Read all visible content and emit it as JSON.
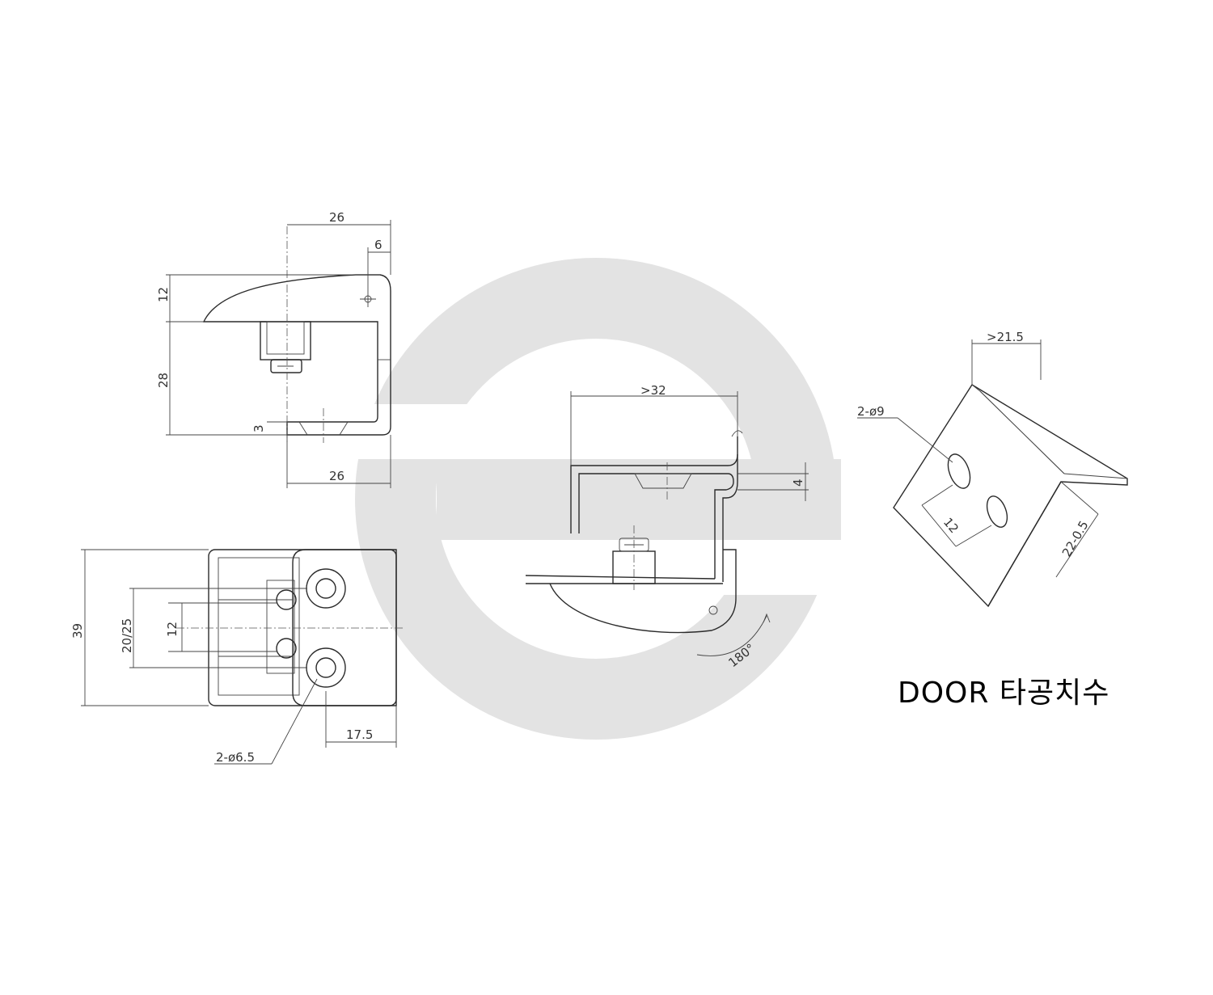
{
  "dimensions": {
    "top_view": {
      "width_top": "26",
      "offset": "6",
      "height_upper": "12",
      "height_lower": "28",
      "thickness": "3",
      "width_bottom": "26"
    },
    "front_view": {
      "height": "39",
      "hole_spacing_outer": "20/25",
      "hole_spacing": "12",
      "edge_offset": "17.5",
      "hole_callout": "2-ø6.5"
    },
    "section_view": {
      "depth": ">32",
      "gap": "4",
      "rotation": "180°"
    },
    "door_view": {
      "width": ">21.5",
      "hole_callout": "2-ø9",
      "hole_spacing": "12",
      "edge": "22-0.5"
    }
  },
  "door_label": "DOOR 타공치수",
  "colors": {
    "watermark": "#e3e3e3",
    "line": "#2b2b2b"
  }
}
